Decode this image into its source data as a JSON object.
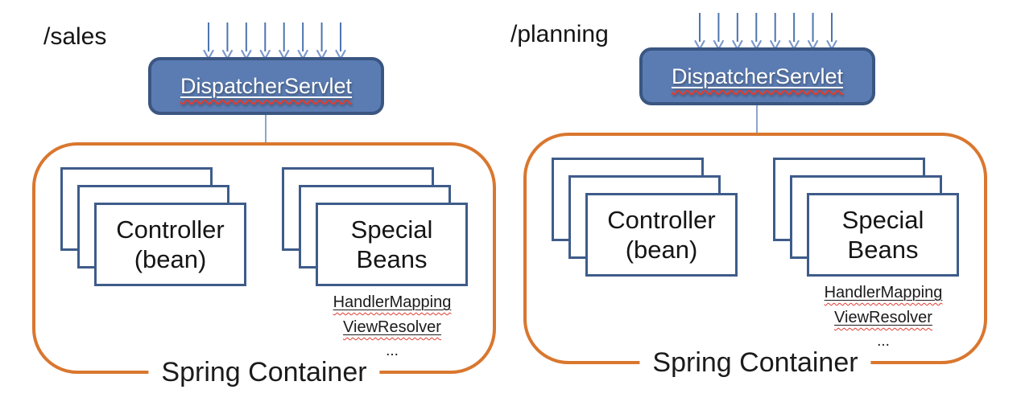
{
  "colors": {
    "container_border": "#D9772F",
    "box_border": "#3E5C8A",
    "servlet_fill": "#5B7CB3",
    "servlet_border": "#3A5681",
    "arrow": "#4D74B0",
    "arrow_head": "#7C99CC",
    "connector": "#8FA5CC",
    "squiggle": "#E03C31"
  },
  "request_arrows": {
    "count": 8
  },
  "panels": [
    {
      "path_label": "/sales",
      "dispatcher_servlet_label": "DispatcherServlet",
      "spring_container": {
        "label": "Spring Container",
        "controller_stack": {
          "label_line1": "Controller",
          "label_line2": "(bean)"
        },
        "special_beans_stack": {
          "label_line1": "Special",
          "label_line2": "Beans"
        },
        "special_bean_examples": [
          "HandlerMapping",
          "ViewResolver",
          "..."
        ]
      }
    },
    {
      "path_label": "/planning",
      "dispatcher_servlet_label": "DispatcherServlet",
      "spring_container": {
        "label": "Spring Container",
        "controller_stack": {
          "label_line1": "Controller",
          "label_line2": "(bean)"
        },
        "special_beans_stack": {
          "label_line1": "Special",
          "label_line2": "Beans"
        },
        "special_bean_examples": [
          "HandlerMapping",
          "ViewResolver",
          "..."
        ]
      }
    }
  ]
}
